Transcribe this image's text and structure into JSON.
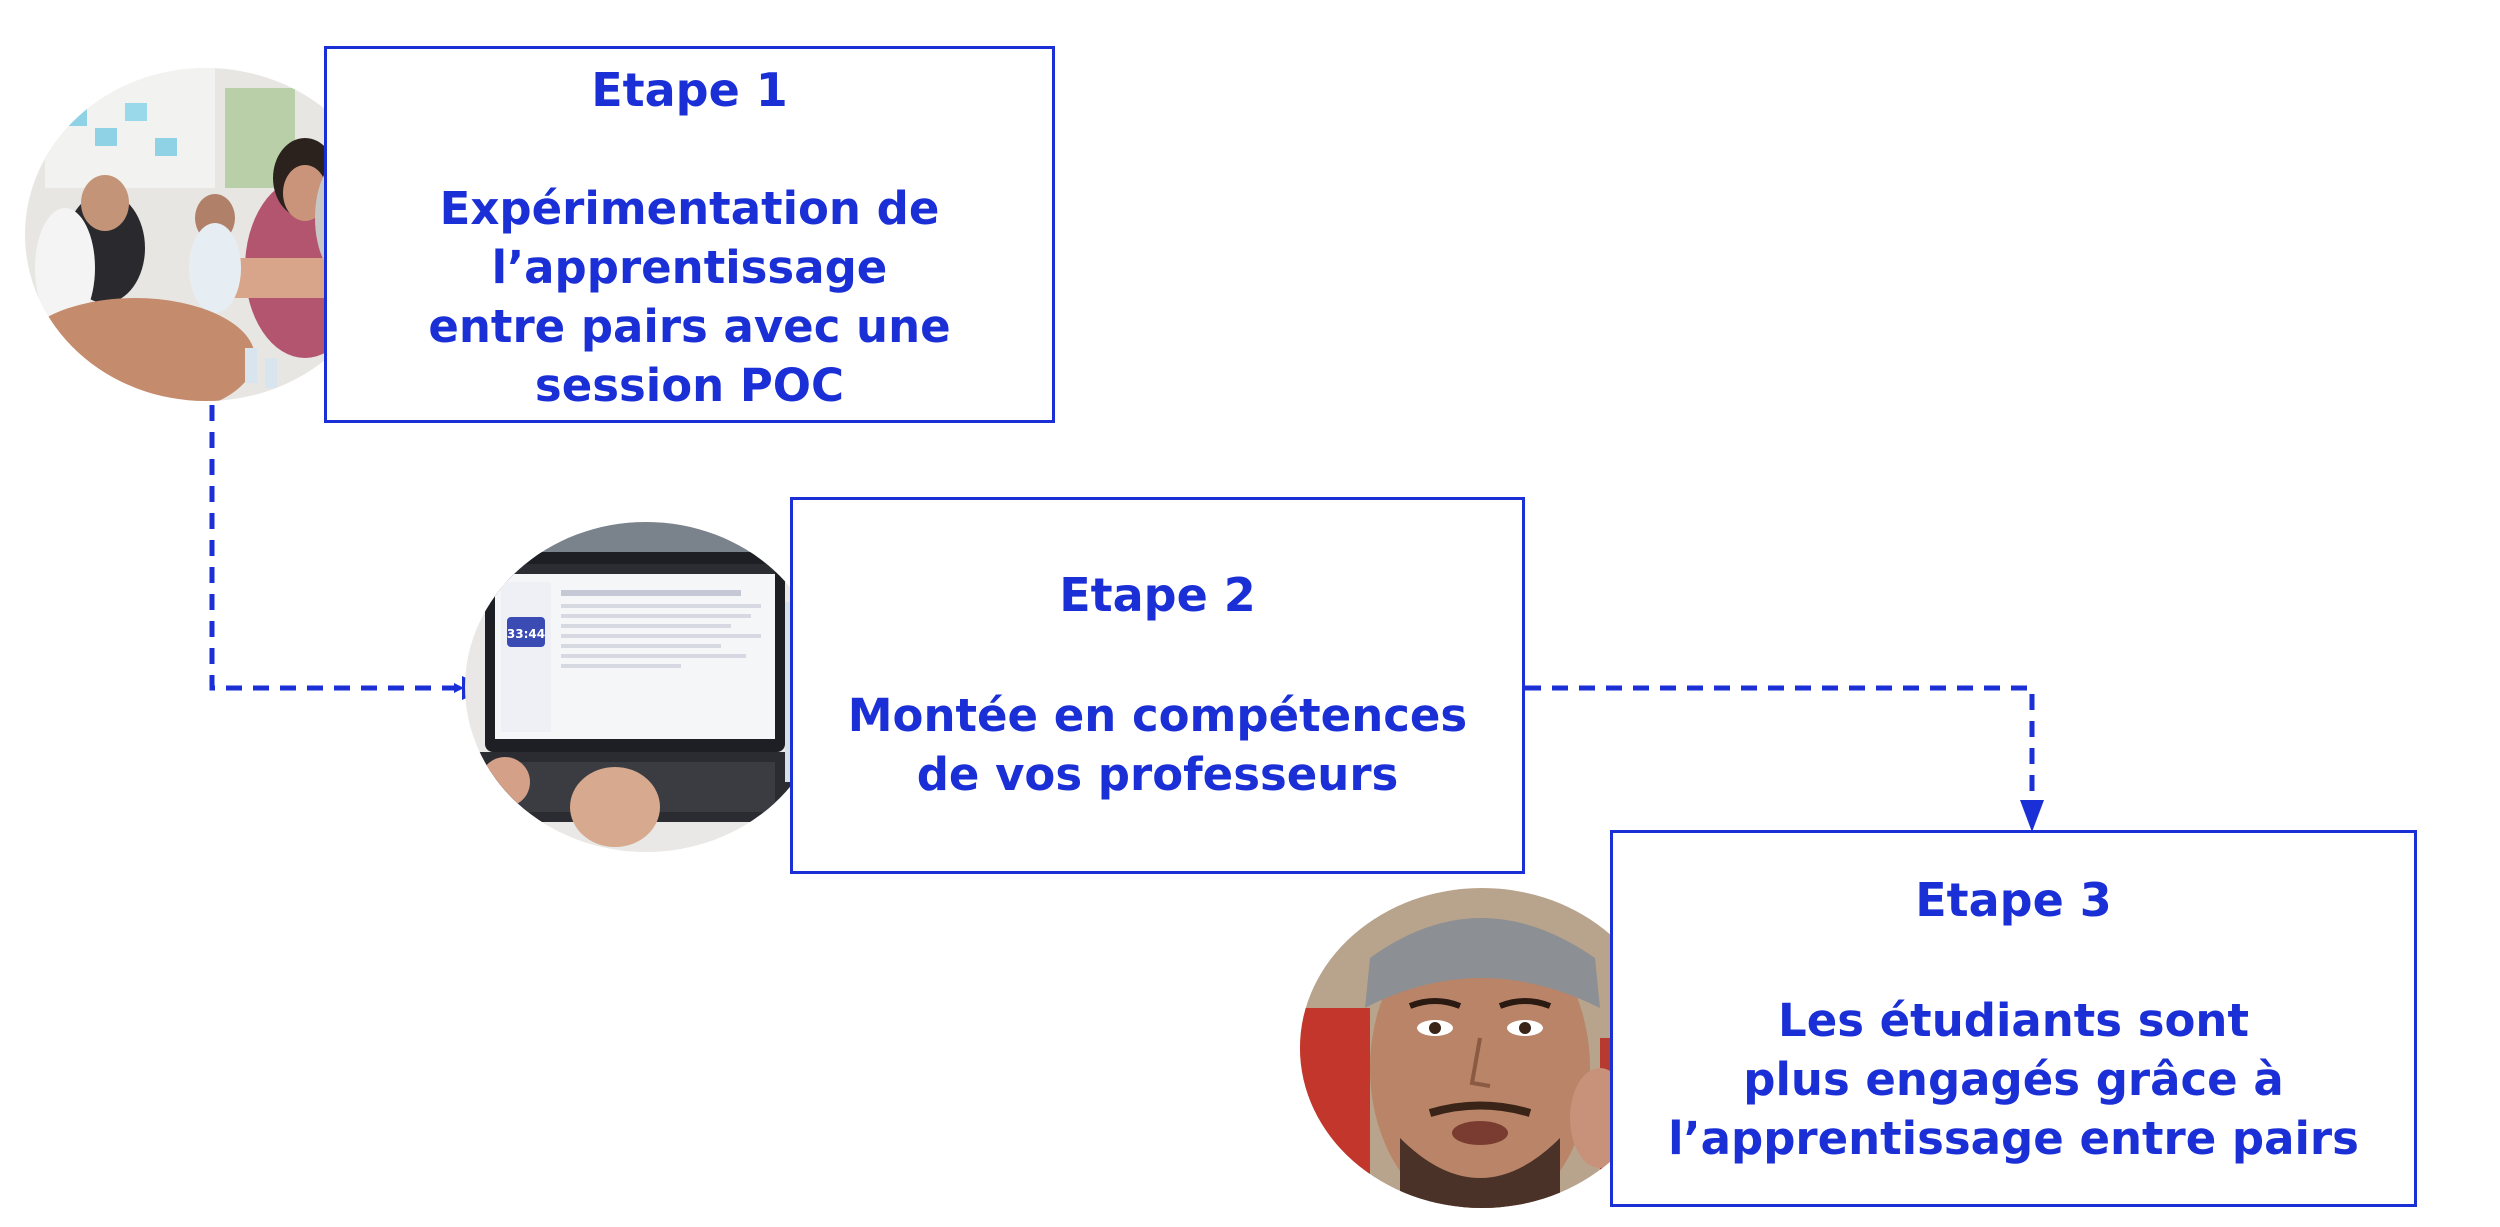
{
  "steps": [
    {
      "title": "Etape 1",
      "description": "Expérimentation de\nl’apprentissage\nentre pairs avec une\nsession POC"
    },
    {
      "title": "Etape 2",
      "description": "Montée en compétences\nde vos professeurs"
    },
    {
      "title": "Etape 3",
      "description": "Les étudiants sont\nplus engagés grâce à\nl’apprentissage entre pairs"
    }
  ],
  "laptop_screen": {
    "timer": "33:44"
  },
  "colors": {
    "accent": "#1a2fd6",
    "background": "#ffffff"
  }
}
